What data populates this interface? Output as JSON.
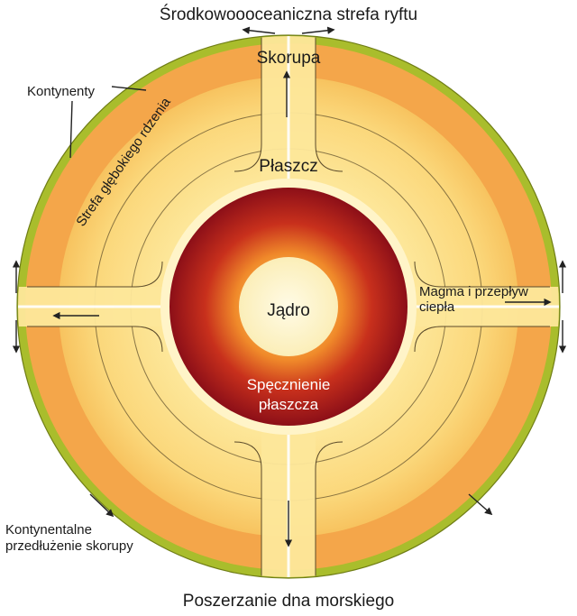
{
  "diagram": {
    "labels": {
      "rift_zone": "Środkowoooceaniczna strefa ryftu",
      "crust": "Skorupa",
      "continents": "Kontynenty",
      "deep_core_zone": "Strefa głębokiego rdzenia",
      "mantle": "Płaszcz",
      "core": "Jądro",
      "magma_line1": "Magma i przepływ",
      "magma_line2": "ciepła",
      "bulge_line1": "Spęcznienie",
      "bulge_line2": "płaszcza",
      "continental_line1": "Kontynentalne",
      "continental_line2": "przedłużenie skorupy",
      "seafloor": "Poszerzanie dna morskiego"
    },
    "colors": {
      "crust_orange": "#f4a64a",
      "mantle_yellow": "#fbe596",
      "core_red": "#a6141c",
      "inner_core": "#fdf3cc",
      "continent_green": "#a9bd2c"
    }
  }
}
